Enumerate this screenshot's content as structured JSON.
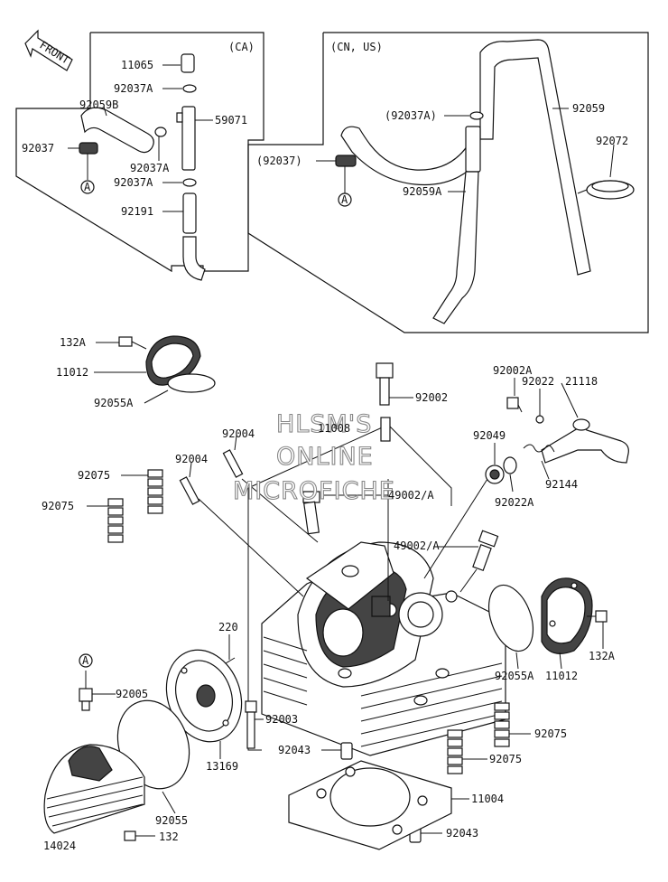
{
  "front_label": "FRONT",
  "box_ca": {
    "title": "(CA)"
  },
  "box_cn_us": {
    "title": "(CN, US)"
  },
  "watermark": [
    "HLSM'S",
    "ONLINE",
    "MICROFICHE"
  ],
  "callout_letter": "A",
  "labels": {
    "l11065": "11065",
    "l92037A_ca1": "92037A",
    "l92059B": "92059B",
    "l59071": "59071",
    "l92037_ca": "92037",
    "l92037A_ca2": "92037A",
    "l92037A_ca3": "92037A",
    "l92191": "92191",
    "l92037A_us": "(92037A)",
    "l92059": "92059",
    "l92072": "92072",
    "l92037_us": "(92037)",
    "l92059A": "92059A",
    "l132A_top": "132A",
    "l11012_top": "11012",
    "l92055A_top": "92055A",
    "l92002": "92002",
    "l92002A": "92002A",
    "l92022": "92022",
    "l21118": "21118",
    "l11008": "11008",
    "l92004_a": "92004",
    "l92004_b": "92004",
    "l92049": "92049",
    "l92075_a": "92075",
    "l92075_b": "92075",
    "l92144": "92144",
    "l92022A": "92022A",
    "l49002A_a": "49002/A",
    "l49002A_b": "49002/A",
    "l220": "220",
    "l92005": "92005",
    "l92003": "92003",
    "l92055A_bot": "92055A",
    "l11012_bot": "11012",
    "l132A_bot": "132A",
    "l92075_c": "92075",
    "l92075_d": "92075",
    "l92043_a": "92043",
    "l13169": "13169",
    "l11004": "11004",
    "l92055": "92055",
    "l14024": "14024",
    "l132": "132",
    "l92043_b": "92043"
  }
}
